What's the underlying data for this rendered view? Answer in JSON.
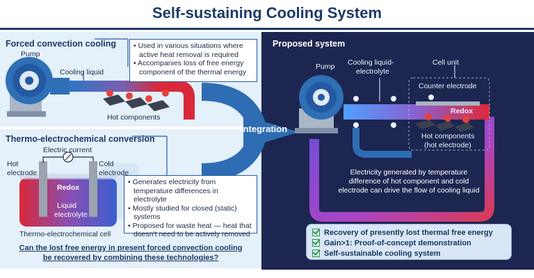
{
  "title": "Self-sustaining Cooling System",
  "forced": {
    "title": "Forced convection cooling",
    "pump": "Pump",
    "liquid": "Cooling liquid",
    "hot": "Hot components",
    "bullets": [
      "• Used in various situations where",
      "active heat removal is required",
      "• Accompanies loss of free energy",
      "component of the thermal energy"
    ]
  },
  "thermo": {
    "title": "Thermo-electrochemical conversion",
    "current": "Electric current",
    "hot_el_1": "Hot",
    "hot_el_2": "electrode",
    "cold_el_1": "Cold",
    "cold_el_2": "electrode",
    "redox": "Redox",
    "liq1": "Liquid",
    "liq2": "electrolyte",
    "cell": "Thermo-electrochemical cell",
    "bullets": [
      "• Generates electricity from",
      "temperature differences in electrolyte",
      "• Mostly studied for closed (static)",
      "systems",
      "• Proposed for waste heat — heat that",
      "doesn't need to be actively removed"
    ]
  },
  "question": [
    "Can the lost free energy in present forced convection cooling",
    "be recovered by combining these technologies?"
  ],
  "integration": "Integration",
  "proposed": {
    "title": "Proposed system",
    "pump": "Pump",
    "liq1": "Cooling liquid-",
    "liq2": "electrolyte",
    "cell_unit": "Cell unit",
    "counter": "Counter electrode",
    "redox": "Redox",
    "hot1": "Hot components",
    "hot2": "(hot electrode)",
    "elec": [
      "Electricity generated by temperature",
      "difference of hot component and cold",
      "electrode can drive the flow of cooling liquid"
    ],
    "checks": [
      "Recovery of presently lost thermal free energy",
      "Gain>1: Proof-of-concept demonstration",
      "Self-sustainable cooling system"
    ]
  },
  "colors": {
    "navy": "#1e3a66",
    "dark_panel": "#1c2650",
    "blue_arrow": "#2e6db3",
    "hot_red": "#d8283a",
    "check_green": "#2f9a4b"
  },
  "icons": [
    "pump-icon",
    "hot-component-icon",
    "ammeter-icon",
    "electron-icon",
    "check-icon",
    "integration-arrow-icon"
  ]
}
